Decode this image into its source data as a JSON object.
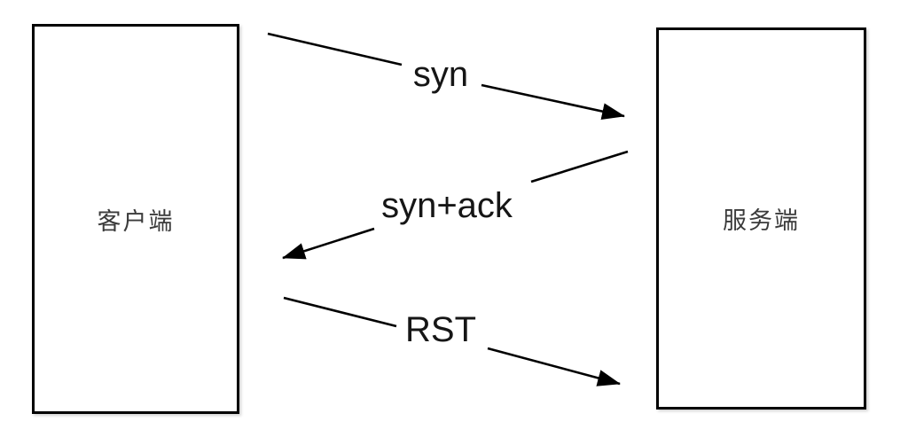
{
  "diagram": {
    "title_hint": "TCP syn / syn+ack / RST exchange",
    "nodes": [
      {
        "id": "client",
        "label": "客户端"
      },
      {
        "id": "server",
        "label": "服务端"
      }
    ],
    "messages": [
      {
        "label": "syn",
        "from": "client",
        "to": "server",
        "direction": "left-to-right"
      },
      {
        "label": "syn+ack",
        "from": "server",
        "to": "client",
        "direction": "right-to-left"
      },
      {
        "label": "RST",
        "from": "client",
        "to": "server",
        "direction": "left-to-right"
      }
    ],
    "colors": {
      "background": "#ffffff",
      "line": "#000000",
      "box_border": "#000000",
      "node_text": "#3b3b3b",
      "message_text": "#161616"
    }
  }
}
